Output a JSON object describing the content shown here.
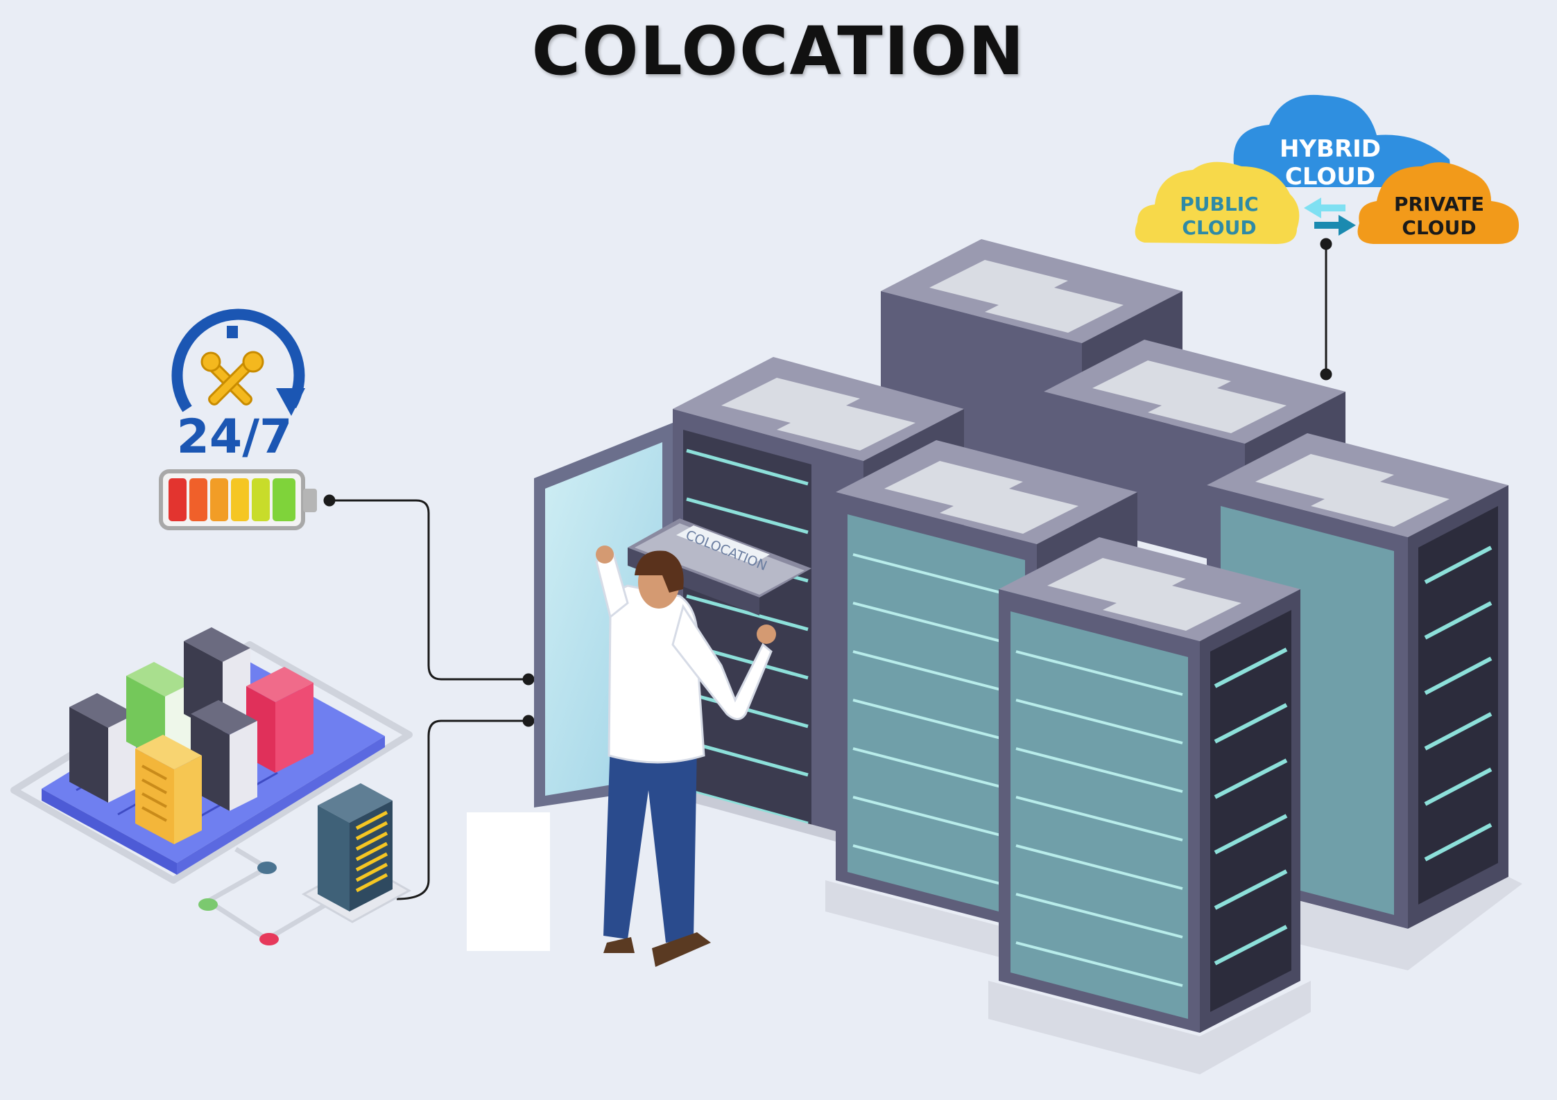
{
  "title": "COLOCATION",
  "support": {
    "label": "24/7"
  },
  "rack_label": "COLOCATION",
  "clouds": {
    "hybrid": [
      "HYBRID",
      "CLOUD"
    ],
    "public": [
      "PUBLIC",
      "CLOUD"
    ],
    "private": [
      "PRIVATE",
      "CLOUD"
    ]
  },
  "colors": {
    "background": "#e9edf5",
    "rack_frame": "#5e5e7a",
    "rack_top": "#9a9ab0",
    "glass": "#7fd6d0",
    "hybrid_cloud": "#2f8fe0",
    "public_cloud": "#f7d94a",
    "private_cloud": "#f29a1a",
    "support_icon": "#1b56b3"
  }
}
